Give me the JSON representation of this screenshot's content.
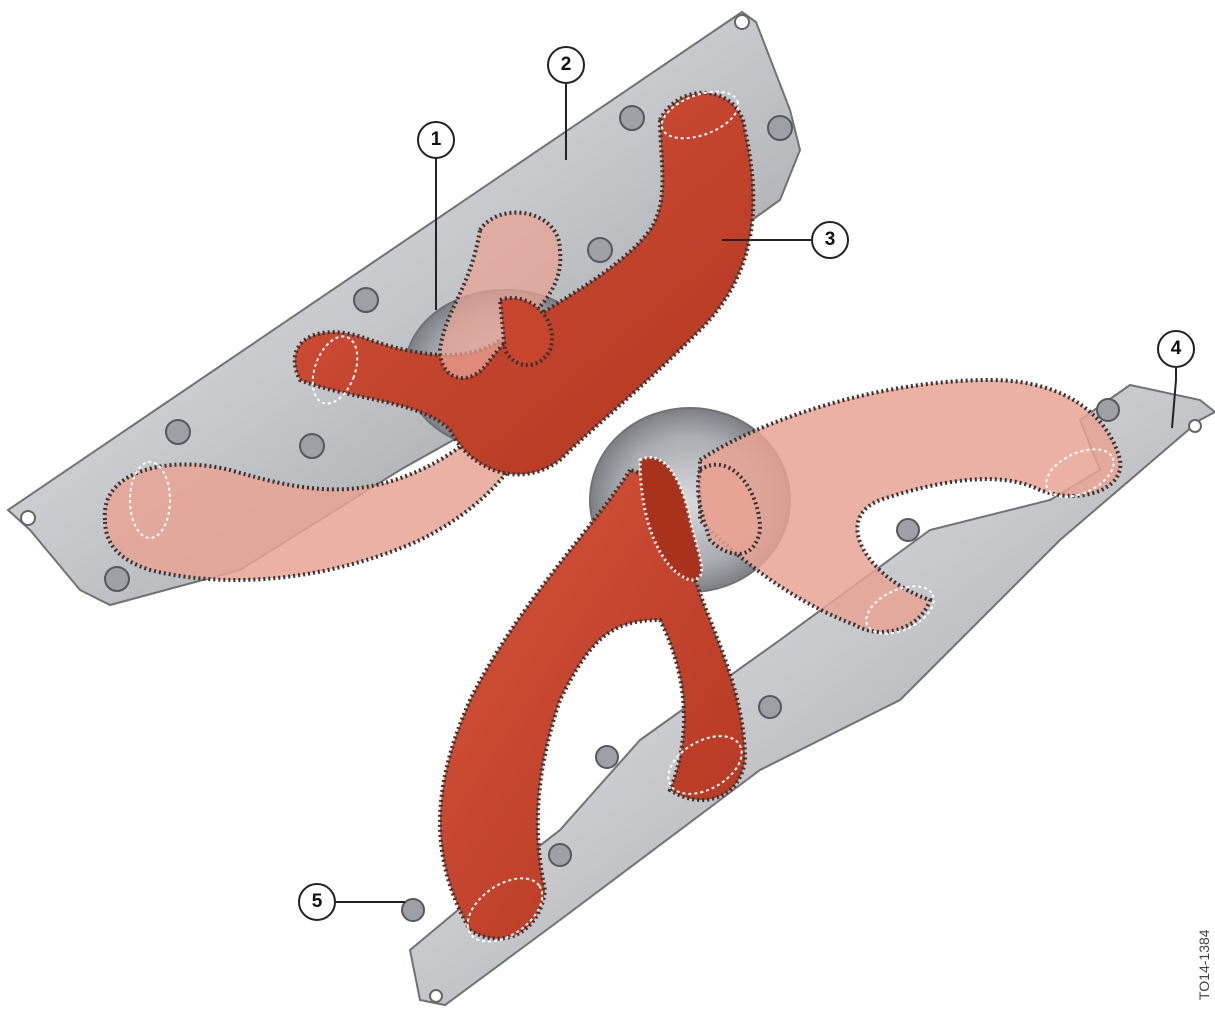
{
  "figure": {
    "id_label": "TO14-1384"
  },
  "callouts": [
    {
      "number": "1"
    },
    {
      "number": "2"
    },
    {
      "number": "3"
    },
    {
      "number": "4"
    },
    {
      "number": "5"
    }
  ],
  "colors": {
    "runner_red": "#c8442c",
    "runner_red_dark": "#a9321d",
    "runner_ghost": "#e8a394",
    "metal_light": "#e9e9ea",
    "metal_mid": "#b9bbbe",
    "metal_dark": "#7d8084",
    "outline_dots": "#ffffff"
  }
}
